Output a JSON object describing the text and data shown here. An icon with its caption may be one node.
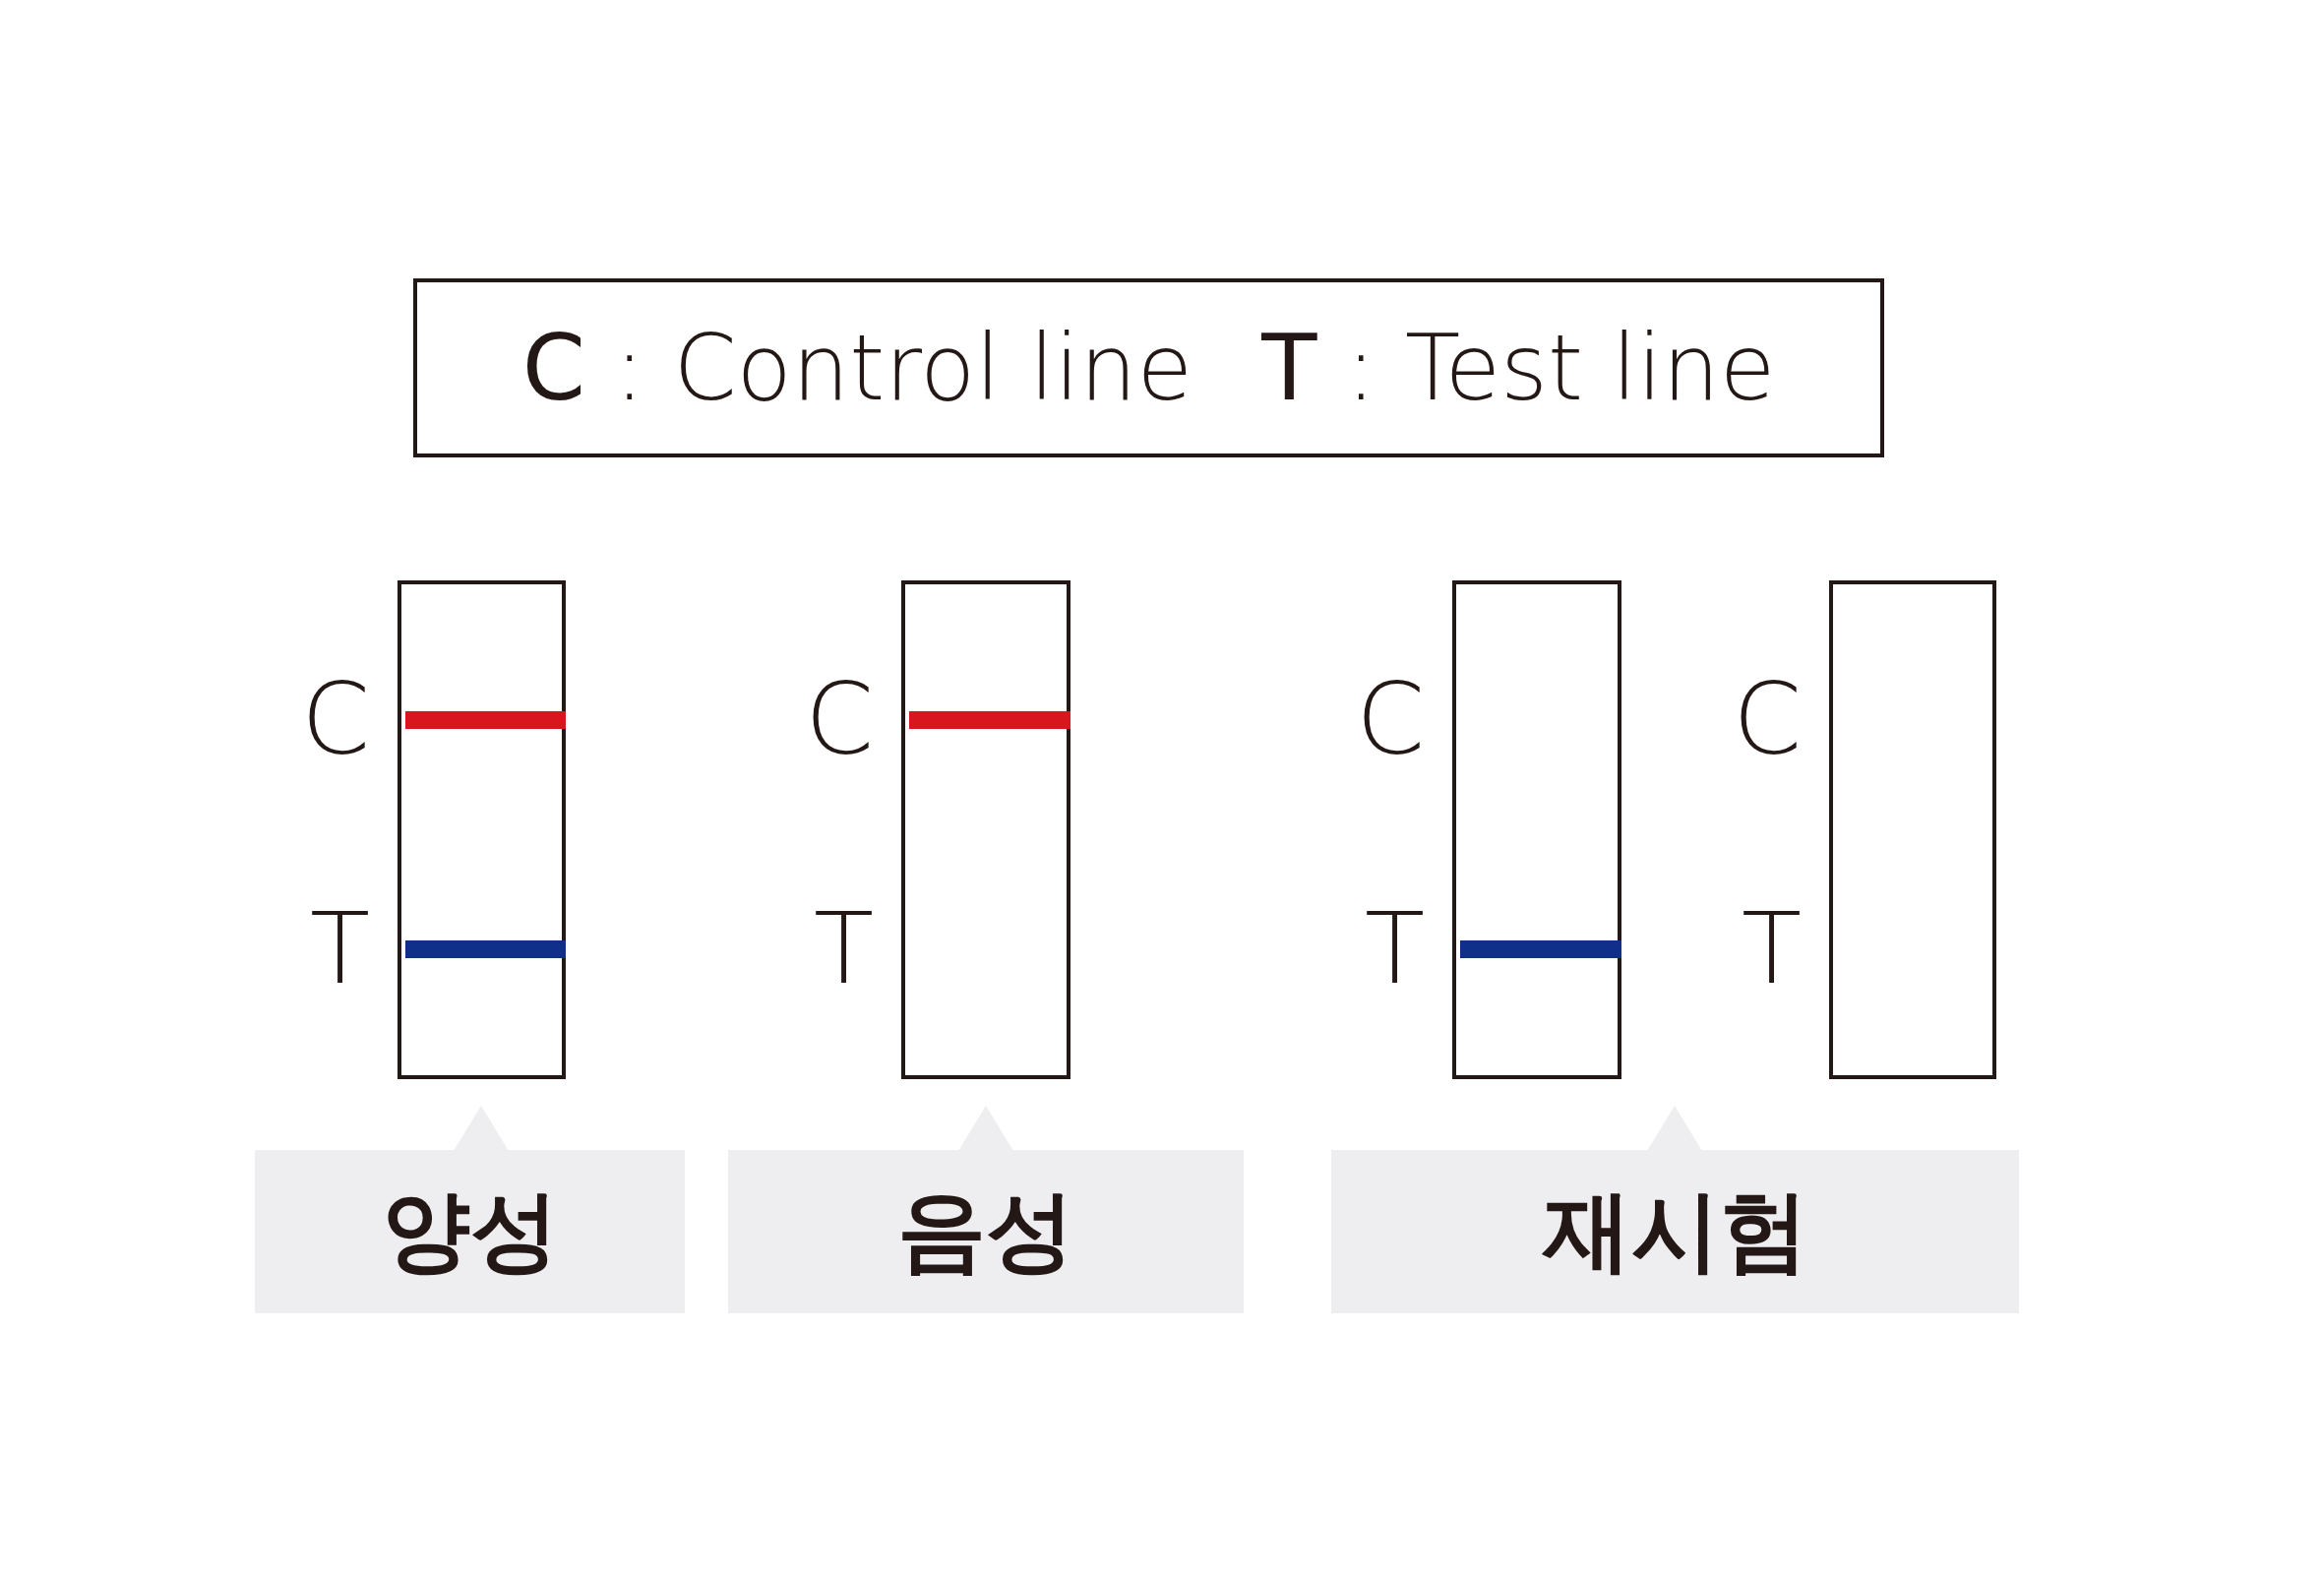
{
  "diagram": {
    "nodes": [
      {
        "text": [
          "**C** : Control line",
          "**T** : Test line"
        ]
      },
      {
        "text": [],
        "shape": "box",
        "beside": [
          "C",
          "T"
        ]
      },
      {
        "text": [],
        "shape": "bar",
        "in": 1
      },
      {
        "text": [],
        "shape": "bar",
        "in": 1
      },
      {
        "text": [],
        "shape": "box",
        "beside": [
          "C",
          "T"
        ]
      },
      {
        "text": [],
        "shape": "bar",
        "in": 4
      },
      {
        "text": [],
        "shape": "box",
        "beside": [
          "C",
          "T"
        ]
      },
      {
        "text": [],
        "shape": "bar",
        "in": 6
      },
      {
        "text": [],
        "shape": "box",
        "beside": [
          "C",
          "T"
        ]
      },
      {
        "text": [
          "양성"
        ]
      },
      {
        "text": [
          "음성"
        ]
      },
      {
        "text": [
          "재시험"
        ]
      }
    ],
    "edges": []
  }
}
